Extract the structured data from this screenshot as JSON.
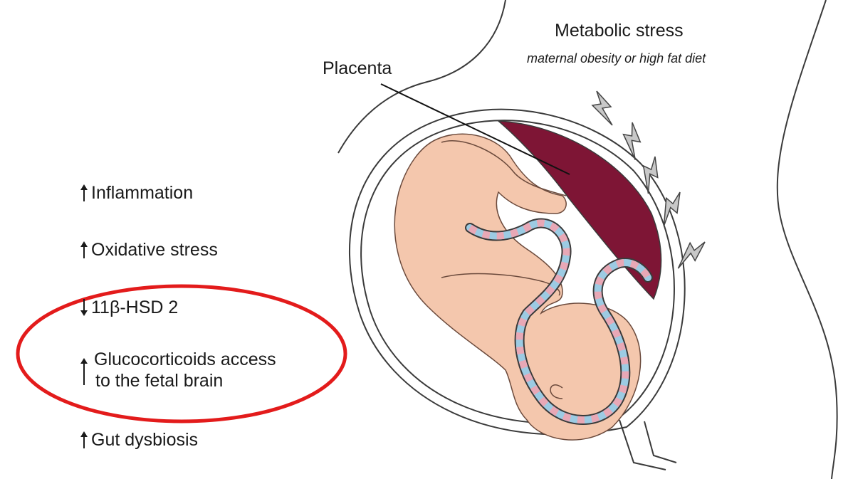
{
  "labels": {
    "placenta": "Placenta",
    "stress_title": "Metabolic stress",
    "stress_subtitle": "maternal obesity or high fat diet"
  },
  "effects": [
    {
      "direction": "up",
      "text": "Inflammation"
    },
    {
      "direction": "up",
      "text": "Oxidative stress"
    },
    {
      "direction": "down",
      "text": "11β-HSD 2"
    },
    {
      "direction": "up",
      "text_line1": "Glucocorticoids access",
      "text_line2": "to the fetal brain"
    },
    {
      "direction": "up",
      "text": "Gut dysbiosis"
    }
  ],
  "colors": {
    "placenta": "#7e1535",
    "skin": "#f4c7ad",
    "skin_outline": "#6b4a3c",
    "cord_pink": "#e8a8b6",
    "cord_blue": "#9ccbe3",
    "highlight_ellipse": "#e31b1b",
    "bolt_fill": "#c8c8c8",
    "outline": "#3a3a3a"
  },
  "icons": [
    "up-arrow-icon",
    "down-arrow-icon",
    "lightning-bolt-icon"
  ]
}
